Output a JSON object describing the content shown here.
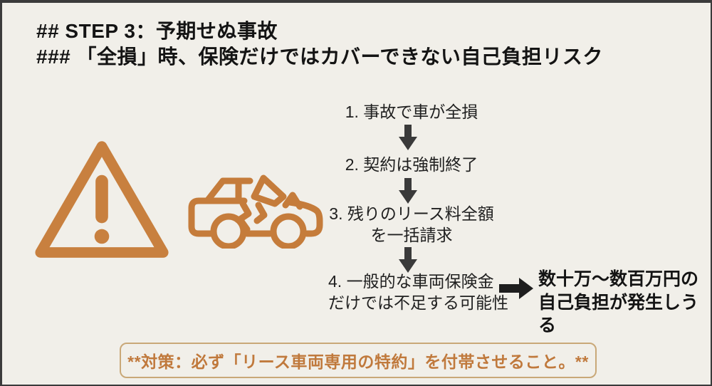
{
  "slide": {
    "background_color": "#F1EFE9",
    "frame_border_color": "#3B3B3B"
  },
  "header": {
    "line1": "## STEP 3：予期せぬ事故",
    "line2": "### 「全損」時、保険だけではカバーできない自己負担リスク"
  },
  "icons": {
    "warning_triangle": "warning-triangle-icon",
    "crashed_car": "crashed-car-icon",
    "accent_color": "#C57C3B"
  },
  "flow": {
    "steps": [
      "1. 事故で車が全損",
      "2. 契約は強制終了",
      "3. 残りのリース料全額\nを一括請求",
      "4. 一般的な車両保険金\nだけでは不足する可能性"
    ],
    "arrow_color": "#3A3A3A",
    "result": "数十万〜数百万円の\n自己負担が発生しうる"
  },
  "countermeasure": {
    "text": "**対策：必ず「リース車両専用の特約」を付帯させること。**",
    "text_color": "#C0793C",
    "border_color": "#C9A878"
  }
}
